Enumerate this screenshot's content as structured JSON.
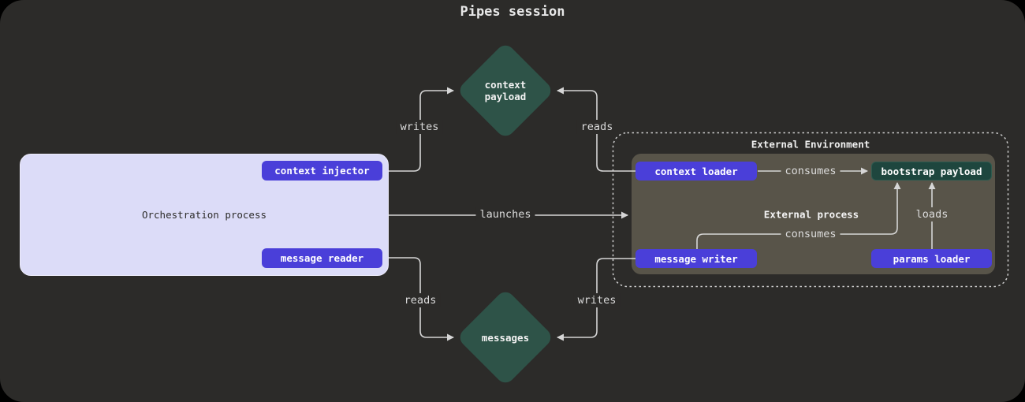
{
  "title": "Pipes session",
  "orchestration": {
    "label": "Orchestration process",
    "buttons": {
      "context_injector": "context injector",
      "message_reader": "message reader"
    }
  },
  "external_environment": {
    "title": "External Environment",
    "process_label": "External process",
    "nodes": {
      "context_loader": "context loader",
      "bootstrap_payload": "bootstrap payload",
      "message_writer": "message writer",
      "params_loader": "params loader"
    }
  },
  "diamonds": {
    "context_payload": "context\npayload",
    "messages": "messages"
  },
  "edge_labels": {
    "writes_top": "writes",
    "reads_top": "reads",
    "launches": "launches",
    "reads_bottom": "reads",
    "writes_bottom": "writes",
    "consumes_top": "consumes",
    "consumes_bottom": "consumes",
    "loads": "loads"
  },
  "colors": {
    "background": "#2c2b29",
    "accent_purple": "#4a3fd9",
    "diamond_green": "#2e5348",
    "payload_green": "#1e463e",
    "process_gray": "#585449",
    "lavender": "#dcdcf8",
    "line": "#d6d6d6"
  }
}
